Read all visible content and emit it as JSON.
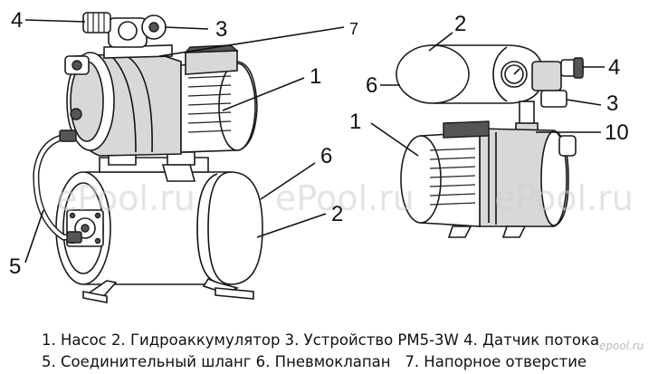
{
  "callouts": {
    "left": {
      "n1": "1",
      "n2": "2",
      "n3": "3",
      "n4": "4",
      "n5": "5",
      "n6": "6",
      "n7": "7"
    },
    "right": {
      "n1": "1",
      "n2": "2",
      "n3": "3",
      "n4": "4",
      "n6": "6",
      "n10": "10"
    }
  },
  "watermarks": {
    "left": "ePool.ru",
    "middle": "ePool.ru",
    "right": "ePool.ru",
    "logo": "epool.ru"
  },
  "captions": {
    "line1": "1. Насос 2. Гидроаккумулятор 3. Устройство PM5-3W 4. Датчик потока",
    "line2": "5. Соединительный шланг 6. Пневмоклапан   7. Напорное отверстие"
  }
}
